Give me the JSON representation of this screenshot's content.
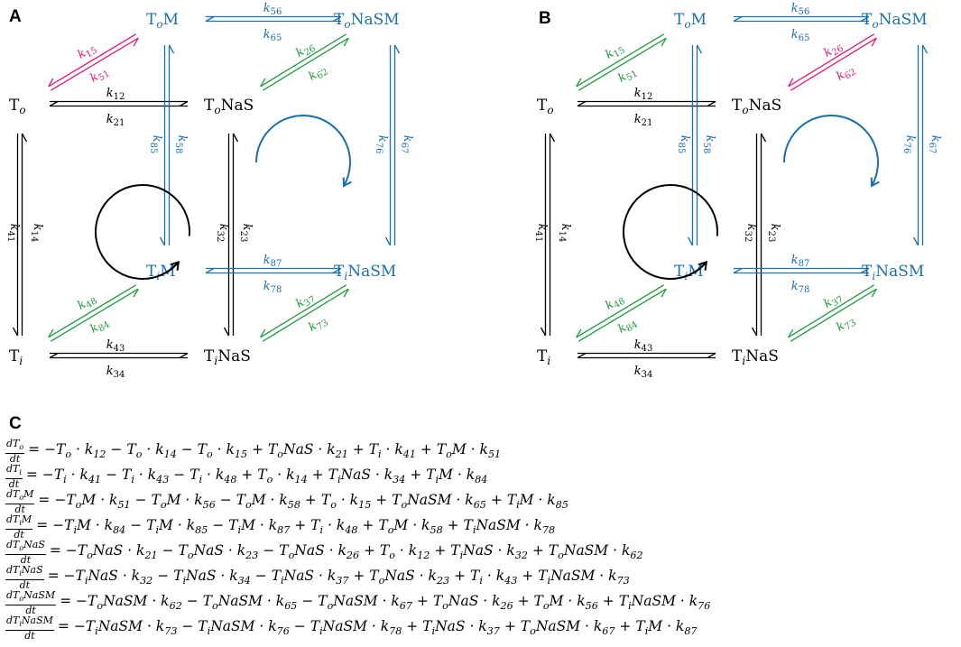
{
  "panels": {
    "a": {
      "label": "A"
    },
    "b": {
      "label": "B"
    },
    "c": {
      "label": "C"
    }
  },
  "nodes": {
    "To": {
      "base": "T",
      "sub": "o",
      "suffix": ""
    },
    "ToM": {
      "base": "T",
      "sub": "o",
      "suffix": "M"
    },
    "ToNaS": {
      "base": "T",
      "sub": "o",
      "suffix": "NaS"
    },
    "ToNaSM": {
      "base": "T",
      "sub": "o",
      "suffix": "NaSM"
    },
    "Ti": {
      "base": "T",
      "sub": "i",
      "suffix": ""
    },
    "TiM": {
      "base": "T",
      "sub": "i",
      "suffix": "M"
    },
    "TiNaS": {
      "base": "T",
      "sub": "i",
      "suffix": "NaS"
    },
    "TiNaSM": {
      "base": "T",
      "sub": "i",
      "suffix": "NaSM"
    }
  },
  "rates": {
    "k12": {
      "base": "k",
      "sub": "12"
    },
    "k21": {
      "base": "k",
      "sub": "21"
    },
    "k14": {
      "base": "k",
      "sub": "14"
    },
    "k41": {
      "base": "k",
      "sub": "41"
    },
    "k15": {
      "base": "k",
      "sub": "15"
    },
    "k51": {
      "base": "k",
      "sub": "51"
    },
    "k23": {
      "base": "k",
      "sub": "23"
    },
    "k32": {
      "base": "k",
      "sub": "32"
    },
    "k26": {
      "base": "k",
      "sub": "26"
    },
    "k62": {
      "base": "k",
      "sub": "62"
    },
    "k34": {
      "base": "k",
      "sub": "34"
    },
    "k43": {
      "base": "k",
      "sub": "43"
    },
    "k37": {
      "base": "k",
      "sub": "37"
    },
    "k73": {
      "base": "k",
      "sub": "73"
    },
    "k48": {
      "base": "k",
      "sub": "48"
    },
    "k84": {
      "base": "k",
      "sub": "84"
    },
    "k56": {
      "base": "k",
      "sub": "56"
    },
    "k65": {
      "base": "k",
      "sub": "65"
    },
    "k58": {
      "base": "k",
      "sub": "58"
    },
    "k85": {
      "base": "k",
      "sub": "85"
    },
    "k67": {
      "base": "k",
      "sub": "67"
    },
    "k76": {
      "base": "k",
      "sub": "76"
    },
    "k78": {
      "base": "k",
      "sub": "78"
    },
    "k87": {
      "base": "k",
      "sub": "87"
    }
  },
  "colors": {
    "black": "#000000",
    "blue": "#1a6fb0",
    "magenta": "#e0197a",
    "green": "#1e9a3c"
  },
  "panel_a_colors": {
    "k15_pair": "magenta",
    "k26_pair": "green"
  },
  "panel_b_colors": {
    "k15_pair": "green",
    "k26_pair": "magenta"
  },
  "equations": [
    {
      "lhs_num": "dT_o",
      "lhs_den": "dt",
      "rhs": "= −T_o · k_12 − T_o · k_14 − T_o · k_15 + T_oNaS · k_21 + T_i · k_41 + T_oM · k_51"
    },
    {
      "lhs_num": "dT_i",
      "lhs_den": "dt",
      "rhs": "= −T_i · k_41 − T_i · k_43 − T_i · k_48 + T_o · k_14 + T_iNaS · k_34 + T_iM · k_84"
    },
    {
      "lhs_num": "dT_oM",
      "lhs_den": "dt",
      "rhs": "= −T_oM · k_51 − T_oM · k_56 − T_oM · k_58 + T_o · k_15 + T_oNaSM · k_65 + T_iM · k_85"
    },
    {
      "lhs_num": "dT_iM",
      "lhs_den": "dt",
      "rhs": "= −T_iM · k_84 − T_iM · k_85 − T_iM · k_87 + T_i · k_48 + T_oM · k_58 + T_iNaSM · k_78"
    },
    {
      "lhs_num": "dT_oNaS",
      "lhs_den": "dt",
      "rhs": "= −T_oNaS · k_21 − T_oNaS · k_23 − T_oNaS · k_26 + T_o · k_12 + T_iNaS · k_32 + T_oNaSM · k_62"
    },
    {
      "lhs_num": "dT_iNaS",
      "lhs_den": "dt",
      "rhs": "= −T_iNaS · k_32 − T_iNaS · k_34 − T_iNaS · k_37 + T_oNaS · k_23 + T_i · k_43 + T_iNaSM · k_73"
    },
    {
      "lhs_num": "dT_oNaSM",
      "lhs_den": "dt",
      "rhs": "= −T_oNaSM · k_62 − T_oNaSM · k_65 − T_oNaSM · k_67 + T_oNaS · k_26 + T_oM · k_56 + T_iNaSM · k_76"
    },
    {
      "lhs_num": "dT_iNaSM",
      "lhs_den": "dt",
      "rhs": "= −T_iNaSM · k_73 − T_iNaSM · k_76 − T_iNaSM · k_78 + T_iNaS · k_37 + T_oNaSM · k_67 + T_iM · k_87"
    }
  ]
}
